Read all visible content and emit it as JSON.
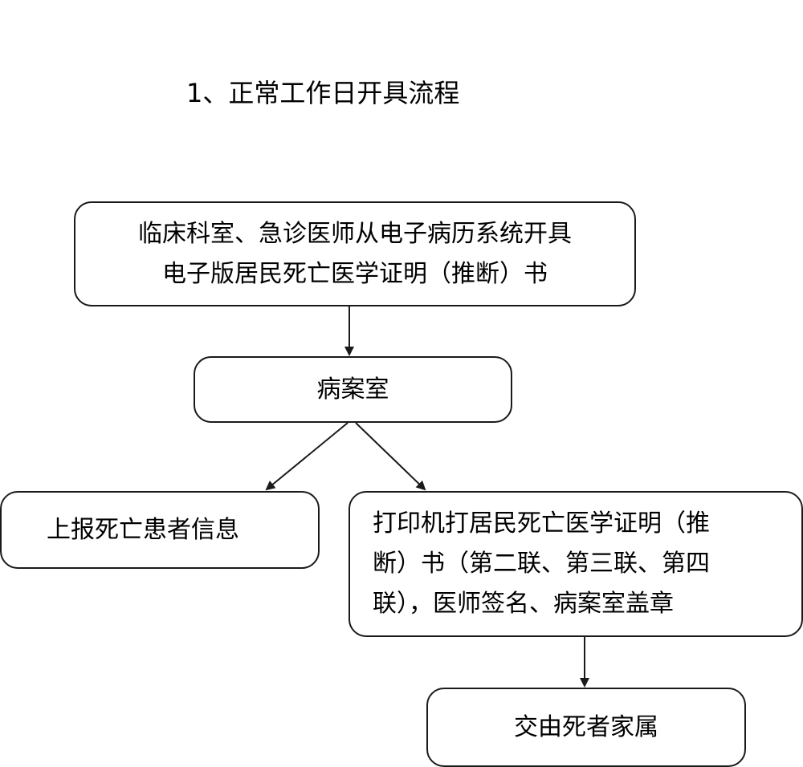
{
  "title": "1、正常工作日开具流程",
  "nodes": {
    "issue": {
      "line1": "临床科室、急诊医师从电子病历系统开具",
      "line2": "电子版居民死亡医学证明（推断）书"
    },
    "records_room": {
      "label": "病案室"
    },
    "report": {
      "label": "上报死亡患者信息"
    },
    "print": {
      "line1": "打印机打居民死亡医学证明（推",
      "line2": "断）书（第二联、第三联、第四",
      "line3": "联），医师签名、病案室盖章"
    },
    "handover": {
      "label": "交由死者家属"
    }
  },
  "colors": {
    "stroke": "#1a1a1a",
    "text": "#000000",
    "background": "#ffffff"
  }
}
